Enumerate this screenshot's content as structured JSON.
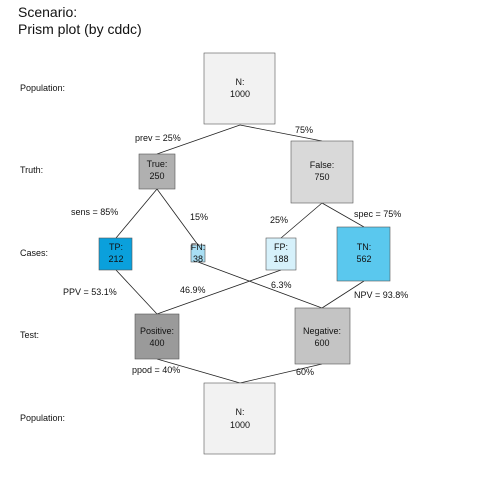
{
  "header": {
    "scenario_label": "Scenario:",
    "subtitle": "Prism plot (by cddc)"
  },
  "rows": {
    "population_top": "Population:",
    "truth": "Truth:",
    "cases": "Cases:",
    "test": "Test:",
    "population_bottom": "Population:"
  },
  "boxes": {
    "n_top": {
      "name": "N:",
      "value": "1000",
      "fill": "#f2f2f2"
    },
    "true": {
      "name": "True:",
      "value": "250",
      "fill": "#b0b0b0"
    },
    "false": {
      "name": "False:",
      "value": "750",
      "fill": "#d9d9d9"
    },
    "tp": {
      "name": "TP:",
      "value": "212",
      "fill": "#0aa0dc"
    },
    "fn": {
      "name": "FN:",
      "value": "38",
      "fill": "#a9dff4"
    },
    "fp": {
      "name": "FP:",
      "value": "188",
      "fill": "#d6f1fb"
    },
    "tn": {
      "name": "TN:",
      "value": "562",
      "fill": "#5ac8ee"
    },
    "positive": {
      "name": "Positive:",
      "value": "400",
      "fill": "#9a9a9a"
    },
    "negative": {
      "name": "Negative:",
      "value": "600",
      "fill": "#c4c4c4"
    },
    "n_bottom": {
      "name": "N:",
      "value": "1000",
      "fill": "#f2f2f2"
    }
  },
  "edge_labels": {
    "prev": "prev = 25%",
    "not_prev": "75%",
    "sens": "sens = 85%",
    "miss_rate": "15%",
    "fpr": "25%",
    "spec": "spec = 75%",
    "ppv": "PPV = 53.1%",
    "fdr": "46.9%",
    "for": "6.3%",
    "npv": "NPV = 93.8%",
    "ppod": "ppod = 40%",
    "not_ppod": "60%"
  }
}
